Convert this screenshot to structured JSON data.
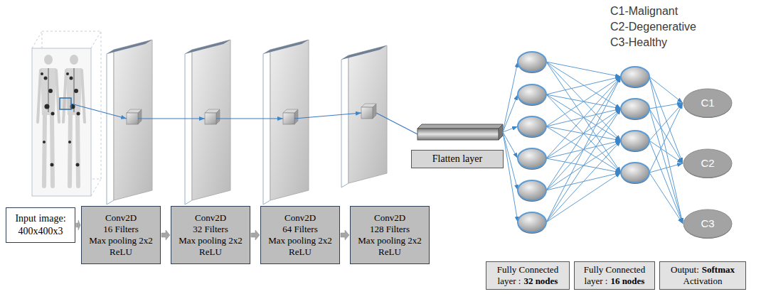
{
  "diagram": {
    "nodes": [
      {
        "text": [
          "Input image:",
          "400x400x3"
        ]
      },
      {
        "text": [
          "Conv2D",
          "16 Filters",
          "Max pooling 2x2",
          "ReLU"
        ]
      },
      {
        "text": [
          "Conv2D",
          "32 Filters",
          "Max pooling 2x2",
          "ReLU"
        ]
      },
      {
        "text": [
          "Conv2D",
          "64 Filters",
          "Max pooling 2x2",
          "ReLU"
        ]
      },
      {
        "text": [
          "Conv2D",
          "128 Filters",
          "Max pooling 2x2",
          "ReLU"
        ]
      },
      {
        "text": [
          "Flatten layer"
        ]
      },
      {
        "text": [
          "C1"
        ]
      },
      {
        "text": [
          "C2"
        ]
      },
      {
        "text": [
          "C3"
        ]
      },
      {
        "text": [
          "Fully Connected layer :",
          "32 nodes"
        ]
      },
      {
        "text": [
          "Fully Connected layer :",
          "16 nodes"
        ]
      },
      {
        "text": [
          "Output:",
          "Softmax",
          "Activation"
        ]
      }
    ],
    "edges": [
      {
        "from": 0,
        "to": 1,
        "arrow": "to"
      },
      {
        "from": 1,
        "to": 2,
        "arrow": "to"
      },
      {
        "from": 2,
        "to": 3,
        "arrow": "to"
      },
      {
        "from": 3,
        "to": 4,
        "arrow": "to"
      }
    ],
    "labels": [
      "C1-Malignant",
      "C2-Degenerative",
      "C3-Healthy"
    ]
  }
}
